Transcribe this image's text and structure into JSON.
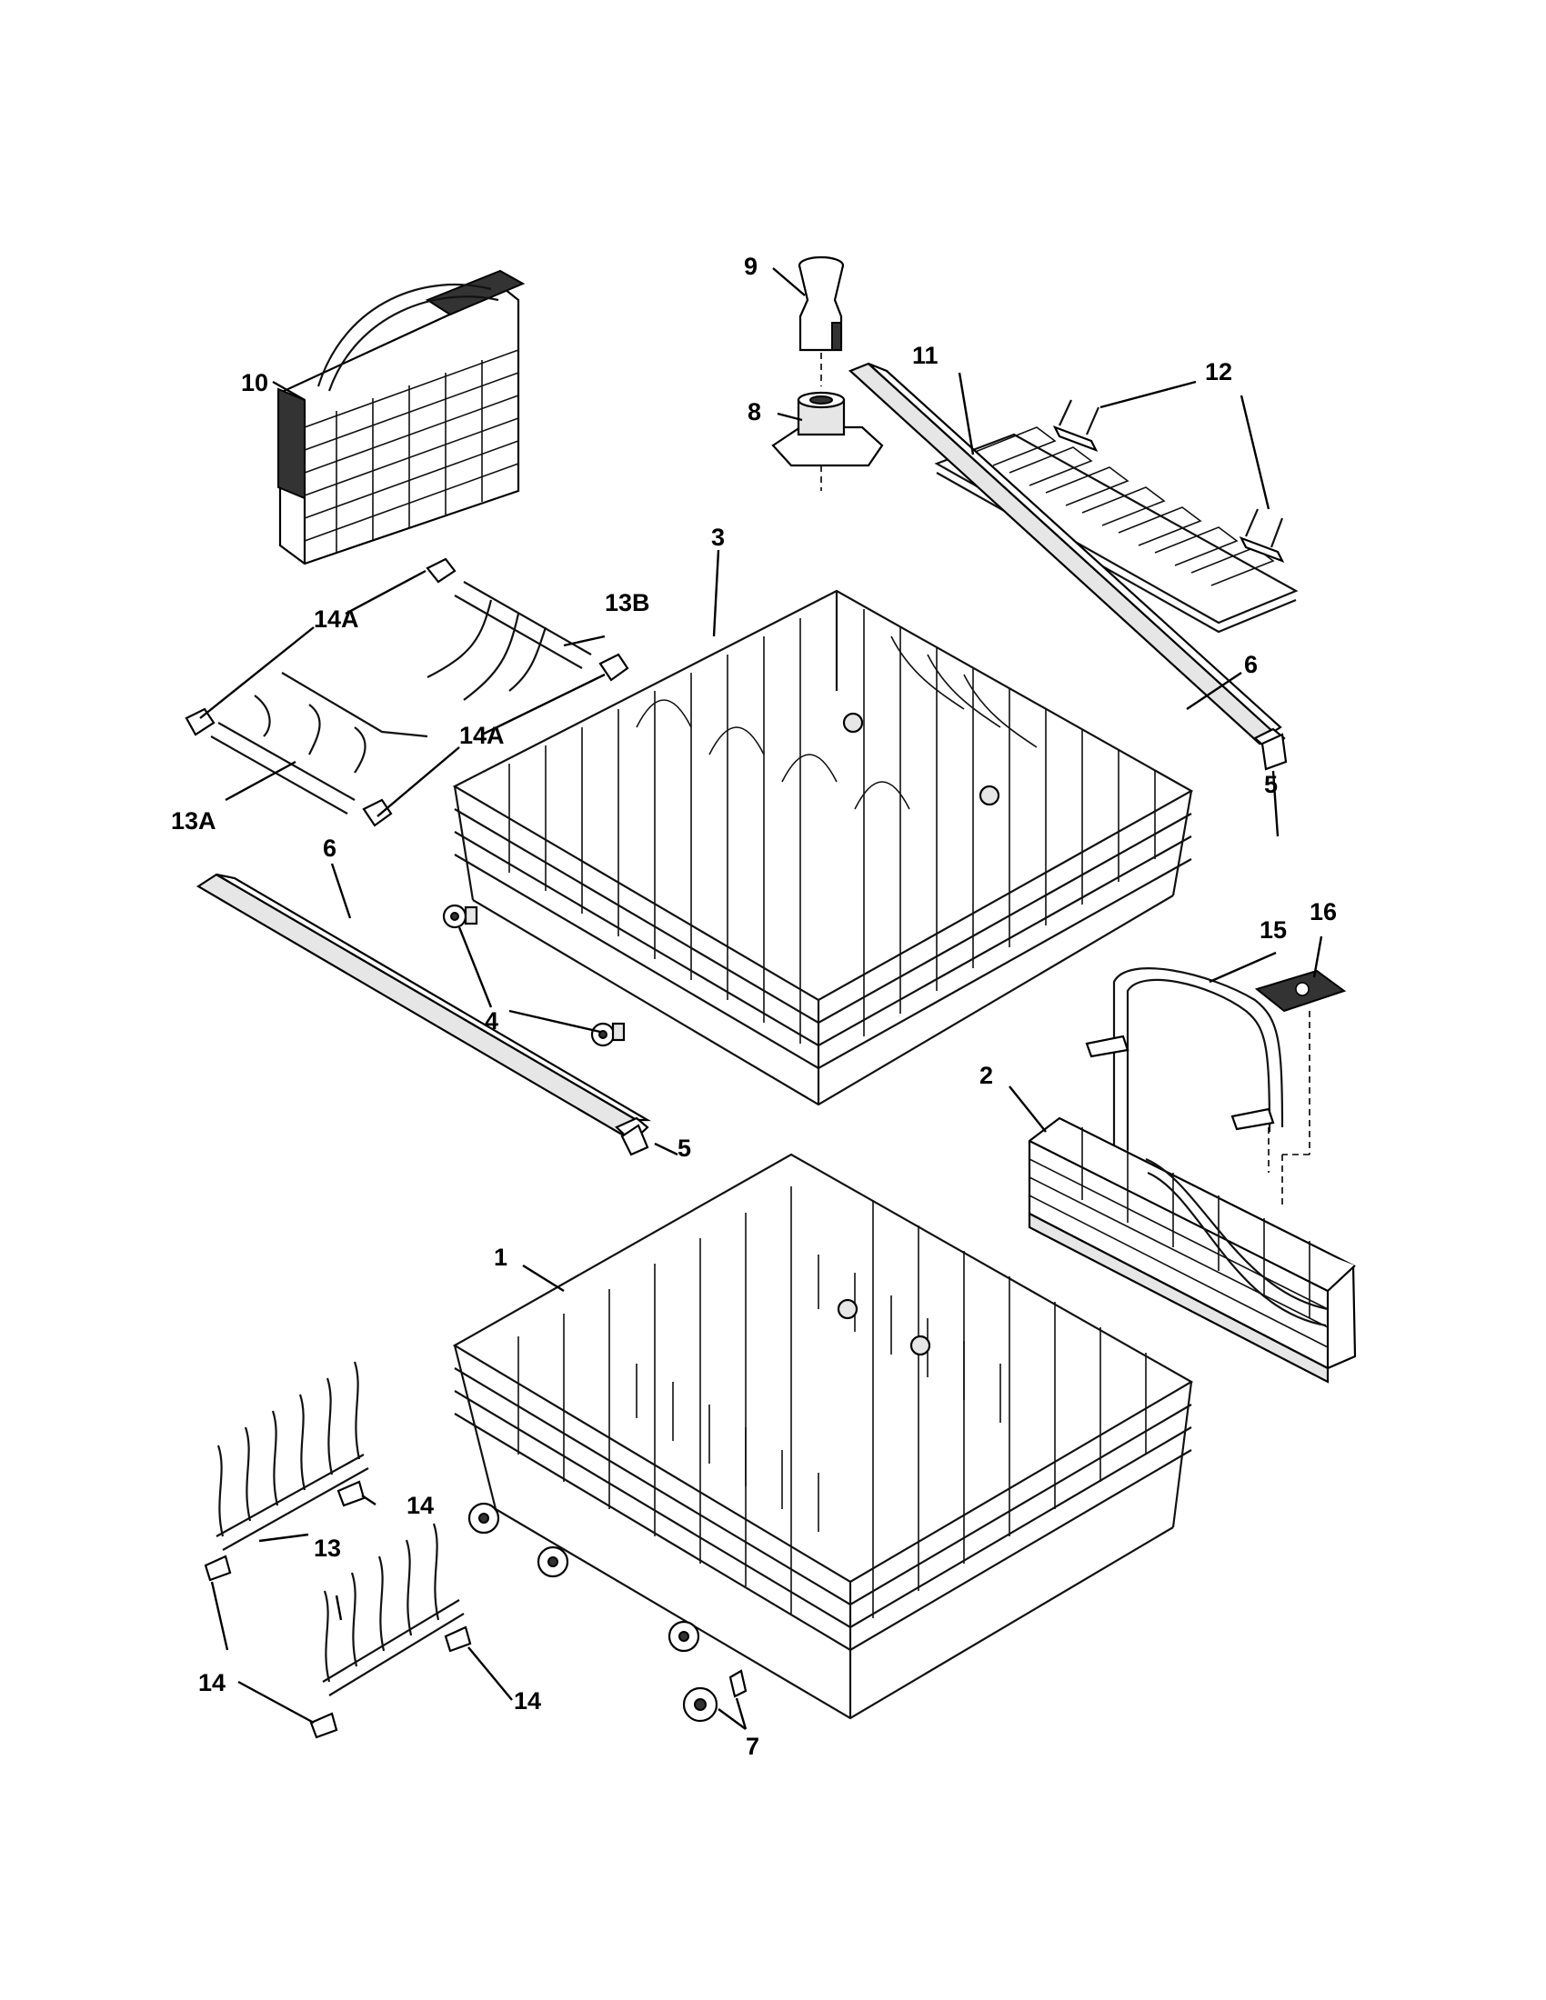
{
  "callouts": {
    "c1": "1",
    "c2": "2",
    "c3": "3",
    "c4": "4",
    "c5a": "5",
    "c5b": "5",
    "c6a": "6",
    "c6b": "6",
    "c7": "7",
    "c8": "8",
    "c9": "9",
    "c10": "10",
    "c11": "11",
    "c12": "12",
    "c13": "13",
    "c13a": "13A",
    "c13b": "13B",
    "c14a_1": "14A",
    "c14a_2": "14A",
    "c14_1": "14",
    "c14_2": "14",
    "c14_3": "14",
    "c15": "15",
    "c16": "16"
  }
}
